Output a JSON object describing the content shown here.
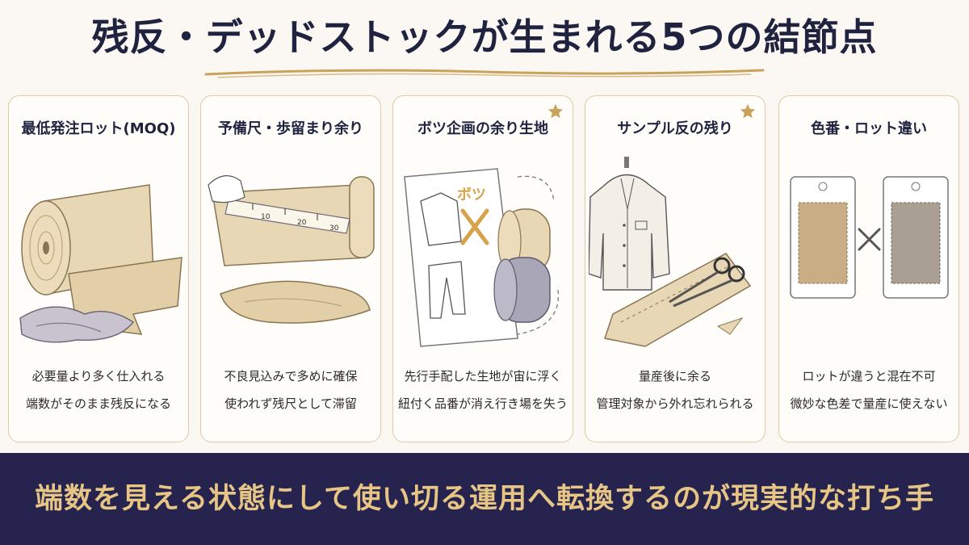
{
  "title": "残反・デッドストックが生まれる5つの結節点",
  "colors": {
    "navy": "#26244f",
    "gold": "#c9a35a",
    "fabric": "#e8d7b4",
    "fabric_dark": "#b89c6e",
    "grey": "#9b98a8"
  },
  "cards": [
    {
      "title": "最低発注ロット(MOQ)",
      "desc": [
        "必要量より多く仕入れる",
        "端数がそのまま残反になる"
      ],
      "starred": false,
      "icon": "fabric-roll-icon"
    },
    {
      "title": "予備尺・歩留まり余り",
      "desc": [
        "不良見込みで多めに確保",
        "使われず残尺として滞留"
      ],
      "starred": false,
      "icon": "measuring-tape-icon",
      "tape_ticks": [
        "10",
        "20",
        "30"
      ]
    },
    {
      "title": "ボツ企画の余り生地",
      "desc": [
        "先行手配した生地が宙に浮く",
        "紐付く品番が消え行き場を失う"
      ],
      "starred": true,
      "icon": "cancelled-design-icon",
      "stamp": "ボツ"
    },
    {
      "title": "サンプル反の残り",
      "desc": [
        "量産後に余る",
        "管理対象から外れ忘れられる"
      ],
      "starred": true,
      "icon": "sample-jacket-icon"
    },
    {
      "title": "色番・ロット違い",
      "desc": [
        "ロットが違うと混在不可",
        "微妙な色差で量産に使えない"
      ],
      "starred": false,
      "icon": "swatch-compare-icon"
    }
  ],
  "banner": "端数を見える状態にして使い切る運用へ転換するのが現実的な打ち手"
}
